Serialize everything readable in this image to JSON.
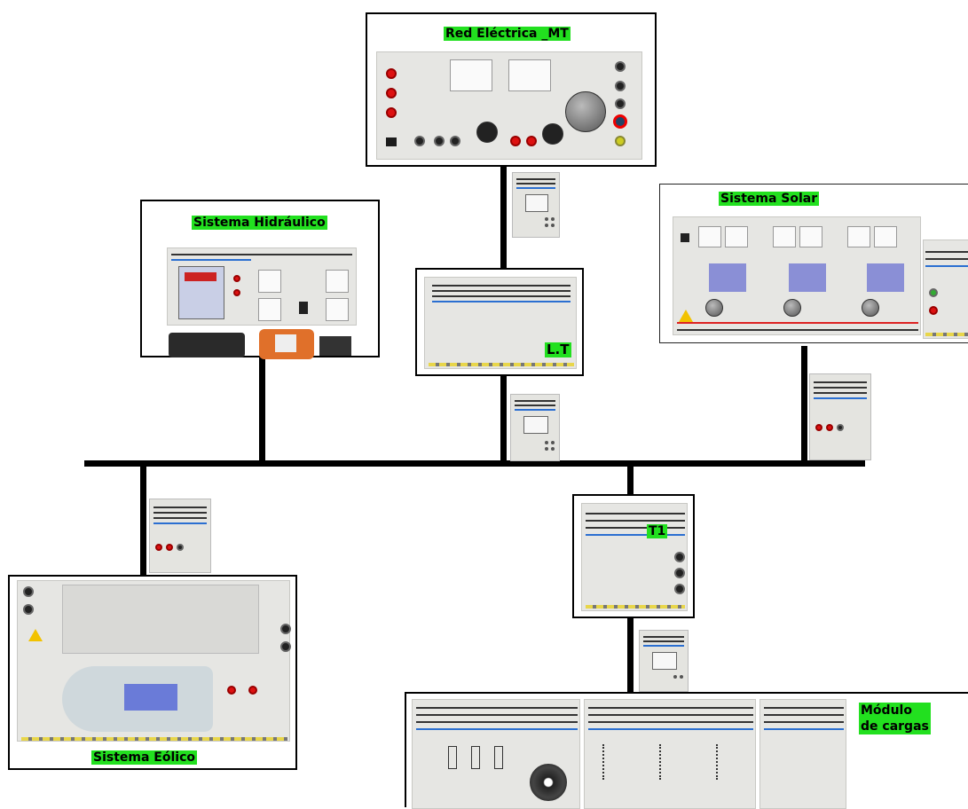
{
  "labels": {
    "red_electrica": "Red Eléctrica _MT",
    "sistema_hidraulico": "Sistema Hidráulico",
    "lt": "L.T",
    "sistema_solar": "Sistema Solar",
    "t1": "T1",
    "sistema_eolico": "Sistema Eólico",
    "modulo_cargas_line1": "Módulo",
    "modulo_cargas_line2": "de cargas"
  },
  "colors": {
    "label_bg": "#22e01f",
    "line": "#000000",
    "panel": "#e6e6e3"
  }
}
